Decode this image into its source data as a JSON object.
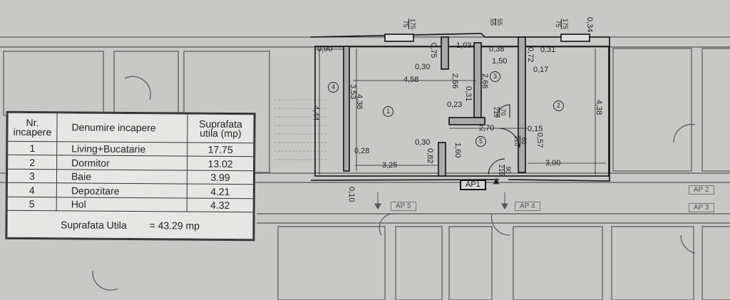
{
  "table": {
    "headers": {
      "nr": "Nr. incapere",
      "name": "Denumire incapere",
      "area": "Suprafata utila (mp)"
    },
    "rows": [
      {
        "nr": "1",
        "name": "Living+Bucatarie",
        "area": "17.75"
      },
      {
        "nr": "2",
        "name": "Dormitor",
        "area": "13.02"
      },
      {
        "nr": "3",
        "name": "Baie",
        "area": "3.99"
      },
      {
        "nr": "4",
        "name": "Depozitare",
        "area": "4.21"
      },
      {
        "nr": "5",
        "name": "Hol",
        "area": "4.32"
      }
    ],
    "total_label": "Suprafata Utila",
    "total_value": "= 43.29 mp"
  },
  "plan": {
    "apartment_label": "AP1",
    "neighbor_labels": [
      "AP 5",
      "AP 4",
      "AP 2",
      "AP 3"
    ],
    "room_numbers": [
      "4",
      "1",
      "3",
      "2",
      "5"
    ],
    "dimensions": [
      "0,34",
      "0,90",
      "0,75",
      "1,03",
      "0,38",
      "0,31",
      "0,72",
      "1,50",
      "0,17",
      "0,30",
      "4,58",
      "2,66",
      "2,66",
      "0,31",
      "0,23",
      "4,44",
      "3,53",
      "4,38",
      "4,38",
      "2,70",
      "0,15",
      "0,57",
      "0,30",
      "1,60",
      "0,82",
      "0,28",
      "3,25",
      "3,00",
      "0,10"
    ],
    "openings": [
      {
        "top": "175",
        "bottom": "75"
      },
      {
        "top": "55",
        "bottom": "55"
      },
      {
        "top": "175",
        "bottom": "75"
      },
      {
        "top": "70",
        "bottom": "210"
      },
      {
        "top": "80",
        "bottom": "210"
      },
      {
        "top": "90",
        "bottom": "210"
      }
    ]
  }
}
